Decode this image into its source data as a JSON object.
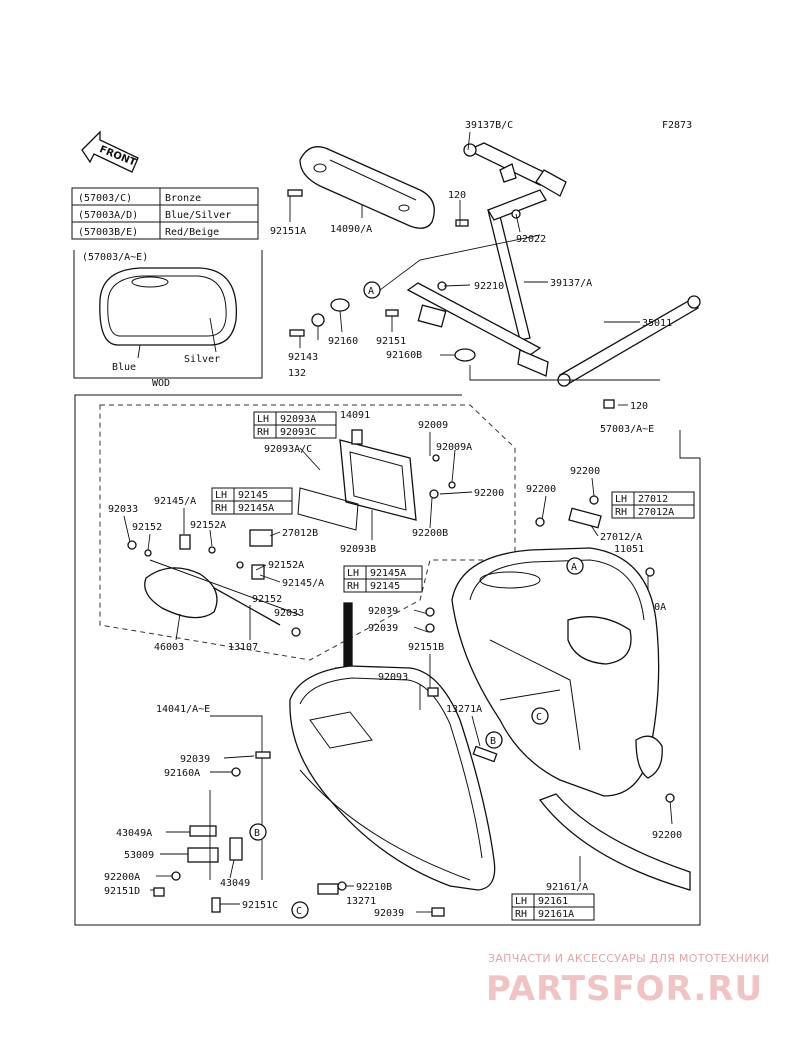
{
  "figure_id": "F2873",
  "front_arrow": "FRONT",
  "color_table": [
    {
      "code": "(57003/C)",
      "color": "Bronze"
    },
    {
      "code": "(57003A/D)",
      "color": "Blue/Silver"
    },
    {
      "code": "(57003B/E)",
      "color": "Red/Beige"
    }
  ],
  "inset": {
    "title": "(57003/A~E)",
    "blue": "Blue",
    "silver": "Silver",
    "footer": "WOD"
  },
  "callouts": {
    "A": "A",
    "B": "B",
    "C": "C"
  },
  "lhrh_tables": [
    {
      "lh": "92093A",
      "rh": "92093C"
    },
    {
      "lh": "92145",
      "rh": "92145A"
    },
    {
      "lh": "92145A",
      "rh": "92145"
    },
    {
      "lh": "27012",
      "rh": "27012A"
    },
    {
      "lh": "92161",
      "rh": "92161A"
    }
  ],
  "part_labels": {
    "p39137bc": "39137B/C",
    "p14090a": "14090/A",
    "p92151a": "92151A",
    "p120a": "120",
    "p92022": "92022",
    "p92210": "92210",
    "p39137a": "39137/A",
    "p35011": "35011",
    "p120b": "120",
    "p92143": "92143",
    "p132": "132",
    "p92160": "92160",
    "p92151": "92151",
    "p92160b": "92160B",
    "p14091": "14091",
    "p92009": "92009",
    "p92009a": "92009A",
    "p92093ac": "92093A/C",
    "p92200a": "92200",
    "p92200b_top": "92200B",
    "p92093b": "92093B",
    "p57003ae": "57003/A~E",
    "p92200r": "92200",
    "p92200m": "92200",
    "p27012a": "27012/A",
    "p11051": "11051",
    "p92210a": "92210A",
    "p92033a": "92033",
    "p92145a_1": "92145/A",
    "p92152": "92152",
    "p92152a": "92152A",
    "p27012b": "27012B",
    "p92152a2": "92152A",
    "p92145a_2": "92145/A",
    "p92152b": "92152",
    "p92033b": "92033",
    "p46003": "46003",
    "p13107": "13107",
    "p92039a": "92039",
    "p92039b": "92039",
    "p92151b": "92151B",
    "p92093": "92093",
    "p13271a": "13271A",
    "p14041": "14041/A~E",
    "p92039c": "92039",
    "p92160a": "92160A",
    "p92200c": "92200",
    "p43049a": "43049A",
    "p53009": "53009",
    "p43049": "43049",
    "p92200aa": "92200A",
    "p92151d": "92151D",
    "p92151c": "92151C",
    "p92210b": "92210B",
    "p13271": "13271",
    "p92039d": "92039",
    "p92161a": "92161/A"
  },
  "watermark": {
    "line1": "ЗАПЧАСТИ И АКСЕССУАРЫ ДЛЯ МОТОТЕХНИКИ",
    "line2": "PARTSFOR.RU"
  }
}
